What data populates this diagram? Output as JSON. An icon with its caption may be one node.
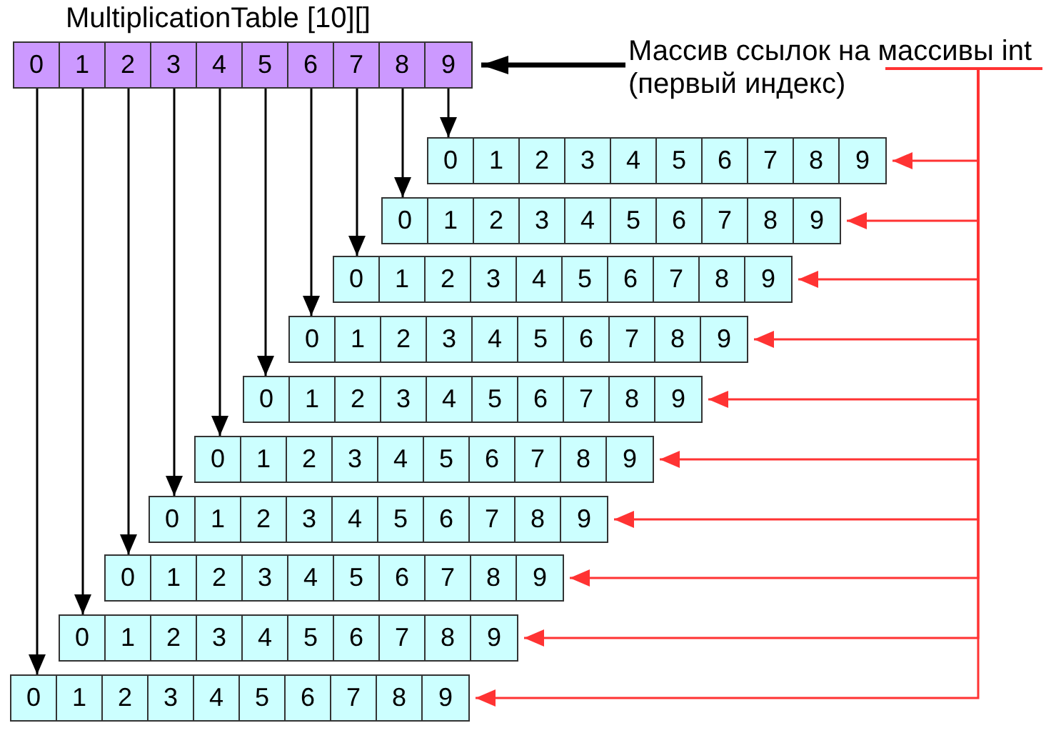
{
  "diagram": {
    "nodes": [
      {
        "text": [
          "MultiplicationTable [10][]"
        ]
      },
      {
        "text": [
          "0"
        ],
        "in": 0
      },
      {
        "text": [
          "1"
        ],
        "in": 0
      },
      {
        "text": [
          "2"
        ],
        "in": 0
      },
      {
        "text": [
          "3"
        ],
        "in": 0
      },
      {
        "text": [
          "4"
        ],
        "in": 0
      },
      {
        "text": [
          "5"
        ],
        "in": 0
      },
      {
        "text": [
          "6"
        ],
        "in": 0
      },
      {
        "text": [
          "7"
        ],
        "in": 0
      },
      {
        "text": [
          "8"
        ],
        "in": 0
      },
      {
        "text": [
          "9"
        ],
        "in": 0
      },
      {
        "text": [
          "Массив ссылок на массивы int (первый индекс)"
        ]
      },
      {
        "text": [],
        "shape": "box"
      },
      {
        "text": [
          "0"
        ],
        "in": 12
      },
      {
        "text": [
          "1"
        ],
        "in": 12
      },
      {
        "text": [
          "2"
        ],
        "in": 12
      },
      {
        "text": [
          "3"
        ],
        "in": 12
      },
      {
        "text": [
          "4"
        ],
        "in": 12
      },
      {
        "text": [
          "5"
        ],
        "in": 12
      },
      {
        "text": [
          "6"
        ],
        "in": 12
      },
      {
        "text": [
          "7"
        ],
        "in": 12
      },
      {
        "text": [
          "8"
        ],
        "in": 12
      },
      {
        "text": [
          "9"
        ],
        "in": 12
      },
      {
        "text": [],
        "shape": "box"
      },
      {
        "text": [
          "0"
        ],
        "in": 23
      },
      {
        "text": [
          "1"
        ],
        "in": 23
      },
      {
        "text": [
          "2"
        ],
        "in": 23
      },
      {
        "text": [
          "3"
        ],
        "in": 23
      },
      {
        "text": [
          "4"
        ],
        "in": 23
      },
      {
        "text": [
          "5"
        ],
        "in": 23
      },
      {
        "text": [
          "6"
        ],
        "in": 23
      },
      {
        "text": [
          "7"
        ],
        "in": 23
      },
      {
        "text": [
          "8"
        ],
        "in": 23
      },
      {
        "text": [
          "9"
        ],
        "in": 23
      },
      {
        "text": [],
        "shape": "box"
      },
      {
        "text": [
          "0"
        ],
        "in": 34
      },
      {
        "text": [
          "1"
        ],
        "in": 34
      },
      {
        "text": [
          "2"
        ],
        "in": 34
      },
      {
        "text": [
          "3"
        ],
        "in": 34
      },
      {
        "text": [
          "4"
        ],
        "in": 34
      },
      {
        "text": [
          "5"
        ],
        "in": 34
      },
      {
        "text": [
          "6"
        ],
        "in": 34
      },
      {
        "text": [
          "7"
        ],
        "in": 34
      },
      {
        "text": [
          "8"
        ],
        "in": 34
      },
      {
        "text": [
          "9"
        ],
        "in": 34
      },
      {
        "text": [],
        "shape": "box"
      },
      {
        "text": [
          "0"
        ],
        "in": 45
      },
      {
        "text": [
          "1"
        ],
        "in": 45
      },
      {
        "text": [
          "2"
        ],
        "in": 45
      },
      {
        "text": [
          "3"
        ],
        "in": 45
      },
      {
        "text": [
          "4"
        ],
        "in": 45
      },
      {
        "text": [
          "5"
        ],
        "in": 45
      },
      {
        "text": [
          "6"
        ],
        "in": 45
      },
      {
        "text": [
          "7"
        ],
        "in": 45
      },
      {
        "text": [
          "8"
        ],
        "in": 45
      },
      {
        "text": [
          "9"
        ],
        "in": 45
      },
      {
        "text": [],
        "shape": "box"
      },
      {
        "text": [
          "0"
        ],
        "in": 56
      },
      {
        "text": [
          "1"
        ],
        "in": 56
      },
      {
        "text": [
          "2"
        ],
        "in": 56
      },
      {
        "text": [
          "3"
        ],
        "in": 56
      },
      {
        "text": [
          "4"
        ],
        "in": 56
      },
      {
        "text": [
          "5"
        ],
        "in": 56
      },
      {
        "text": [
          "6"
        ],
        "in": 56
      },
      {
        "text": [
          "7"
        ],
        "in": 56
      },
      {
        "text": [
          "8"
        ],
        "in": 56
      },
      {
        "text": [
          "9"
        ],
        "in": 56
      },
      {
        "text": [],
        "shape": "box"
      },
      {
        "text": [
          "0"
        ],
        "in": 67
      },
      {
        "text": [
          "1"
        ],
        "in": 67
      },
      {
        "text": [
          "2"
        ],
        "in": 67
      },
      {
        "text": [
          "3"
        ],
        "in": 67
      },
      {
        "text": [
          "4"
        ],
        "in": 67
      },
      {
        "text": [
          "5"
        ],
        "in": 67
      },
      {
        "text": [
          "6"
        ],
        "in": 67
      },
      {
        "text": [
          "7"
        ],
        "in": 67
      },
      {
        "text": [
          "8"
        ],
        "in": 67
      },
      {
        "text": [
          "9"
        ],
        "in": 67
      },
      {
        "text": [],
        "shape": "box"
      },
      {
        "text": [
          "0"
        ],
        "in": 78
      },
      {
        "text": [
          "1"
        ],
        "in": 78
      },
      {
        "text": [
          "2"
        ],
        "in": 78
      },
      {
        "text": [
          "3"
        ],
        "in": 78
      },
      {
        "text": [
          "4"
        ],
        "in": 78
      },
      {
        "text": [
          "5"
        ],
        "in": 78
      },
      {
        "text": [
          "6"
        ],
        "in": 78
      },
      {
        "text": [
          "7"
        ],
        "in": 78
      },
      {
        "text": [
          "8"
        ],
        "in": 78
      },
      {
        "text": [
          "9"
        ],
        "in": 78
      },
      {
        "text": [],
        "shape": "box"
      },
      {
        "text": [
          "0"
        ],
        "in": 89
      },
      {
        "text": [
          "1"
        ],
        "in": 89
      },
      {
        "text": [
          "2"
        ],
        "in": 89
      },
      {
        "text": [
          "3"
        ],
        "in": 89
      },
      {
        "text": [
          "4"
        ],
        "in": 89
      },
      {
        "text": [
          "5"
        ],
        "in": 89
      },
      {
        "text": [
          "6"
        ],
        "in": 89
      },
      {
        "text": [
          "7"
        ],
        "in": 89
      },
      {
        "text": [
          "8"
        ],
        "in": 89
      },
      {
        "text": [
          "9"
        ],
        "in": 89
      },
      {
        "text": [],
        "shape": "box"
      },
      {
        "text": [
          "0"
        ],
        "in": 100
      },
      {
        "text": [
          "1"
        ],
        "in": 100
      },
      {
        "text": [
          "2"
        ],
        "in": 100
      },
      {
        "text": [
          "3"
        ],
        "in": 100
      },
      {
        "text": [
          "4"
        ],
        "in": 100
      },
      {
        "text": [
          "5"
        ],
        "in": 100
      },
      {
        "text": [
          "6"
        ],
        "in": 100
      },
      {
        "text": [
          "7"
        ],
        "in": 100
      },
      {
        "text": [
          "8"
        ],
        "in": 100
      },
      {
        "text": [
          "9"
        ],
        "in": 100
      },
      {
        "text": [],
        "shape": "box"
      },
      {
        "text": [
          "0"
        ],
        "in": 111
      },
      {
        "text": [
          "1"
        ],
        "in": 111
      },
      {
        "text": [
          "2"
        ],
        "in": 111
      },
      {
        "text": [
          "3"
        ],
        "in": 111
      },
      {
        "text": [
          "4"
        ],
        "in": 111
      },
      {
        "text": [
          "5"
        ],
        "in": 111
      },
      {
        "text": [
          "6"
        ],
        "in": 111
      },
      {
        "text": [
          "7"
        ],
        "in": 111
      },
      {
        "text": [
          "8"
        ],
        "in": 111
      },
      {
        "text": [
          "9"
        ],
        "in": 111
      }
    ],
    "edges": [
      {
        "from": 1,
        "to": 111,
        "arrow": "to"
      },
      {
        "from": 2,
        "to": 100,
        "arrow": "to"
      },
      {
        "from": 3,
        "to": 89,
        "arrow": "to"
      },
      {
        "from": 4,
        "to": 78,
        "arrow": "to"
      },
      {
        "from": 5,
        "to": 67,
        "arrow": "to"
      },
      {
        "from": 6,
        "to": 56,
        "arrow": "to"
      },
      {
        "from": 7,
        "to": 45,
        "arrow": "to"
      },
      {
        "from": 8,
        "to": 34,
        "arrow": "to"
      },
      {
        "from": 9,
        "to": 23,
        "arrow": "to"
      },
      {
        "from": 10,
        "to": 12,
        "arrow": "to"
      },
      {
        "from": 11,
        "to": 0,
        "arrow": "to",
        "style": "thick"
      },
      {
        "from": 11,
        "to": 12,
        "arrow": "to",
        "color": "#ff3333"
      },
      {
        "from": 11,
        "to": 23,
        "arrow": "to",
        "color": "#ff3333"
      },
      {
        "from": 11,
        "to": 34,
        "arrow": "to",
        "color": "#ff3333"
      },
      {
        "from": 11,
        "to": 45,
        "arrow": "to",
        "color": "#ff3333"
      },
      {
        "from": 11,
        "to": 56,
        "arrow": "to",
        "color": "#ff3333"
      },
      {
        "from": 11,
        "to": 67,
        "arrow": "to",
        "color": "#ff3333"
      },
      {
        "from": 11,
        "to": 78,
        "arrow": "to",
        "color": "#ff3333"
      },
      {
        "from": 11,
        "to": 89,
        "arrow": "to",
        "color": "#ff3333"
      },
      {
        "from": 11,
        "to": 100,
        "arrow": "to",
        "color": "#ff3333"
      },
      {
        "from": 11,
        "to": 111,
        "arrow": "to",
        "color": "#ff3333"
      }
    ]
  }
}
